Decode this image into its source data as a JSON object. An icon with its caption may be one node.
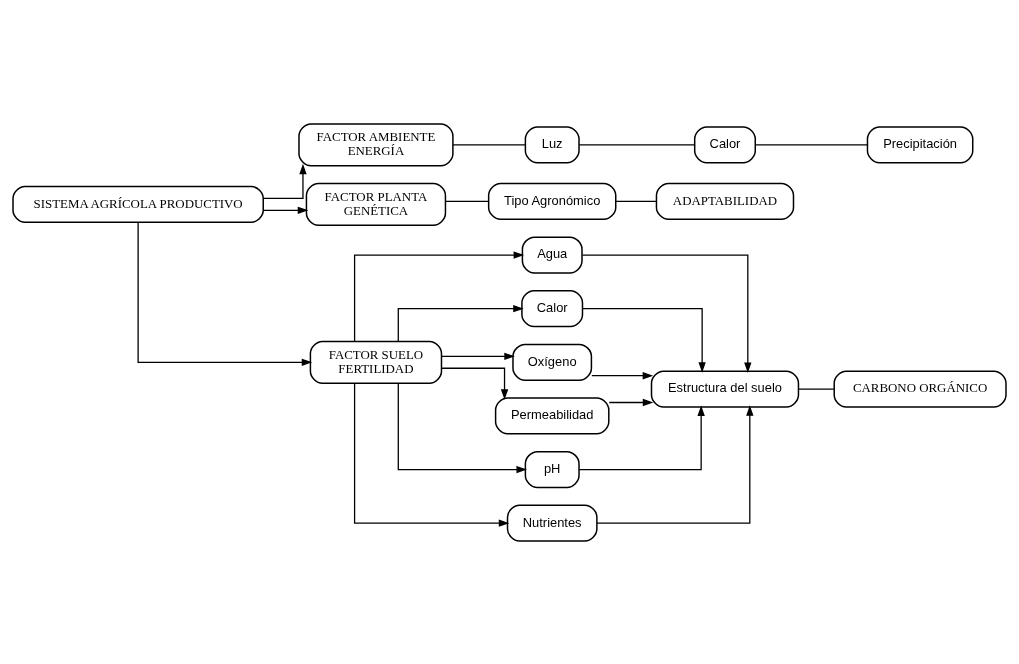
{
  "diagram": {
    "nodes": [
      {
        "text": [
          "FACTOR AMBIENTE",
          "ENERGÍA"
        ]
      },
      {
        "text": [
          "Luz"
        ]
      },
      {
        "text": [
          "Calor"
        ]
      },
      {
        "text": [
          "Precipitación"
        ]
      },
      {
        "text": [
          "SISTEMA AGRÍCOLA PRODUCTIVO"
        ]
      },
      {
        "text": [
          "FACTOR PLANTA",
          "GENÉTICA"
        ]
      },
      {
        "text": [
          "Tipo Agronómico"
        ]
      },
      {
        "text": [
          "ADAPTABILIDAD"
        ]
      },
      {
        "text": [
          "FACTOR SUELO",
          "FERTILIDAD"
        ]
      },
      {
        "text": [
          "Agua"
        ]
      },
      {
        "text": [
          "Calor"
        ]
      },
      {
        "text": [
          "Oxígeno"
        ]
      },
      {
        "text": [
          "Permeabilidad"
        ]
      },
      {
        "text": [
          "pH"
        ]
      },
      {
        "text": [
          "Nutrientes"
        ]
      },
      {
        "text": [
          "Estructura del suelo"
        ]
      },
      {
        "text": [
          "CARBONO ORGÁNICO"
        ]
      }
    ],
    "edges": [
      {
        "from": 4,
        "to": 0,
        "arrow": "to"
      },
      {
        "from": 0,
        "to": 1,
        "arrow": "none"
      },
      {
        "from": 1,
        "to": 2,
        "arrow": "none"
      },
      {
        "from": 2,
        "to": 3,
        "arrow": "none"
      },
      {
        "from": 4,
        "to": 5,
        "arrow": "to"
      },
      {
        "from": 5,
        "to": 6,
        "arrow": "none"
      },
      {
        "from": 6,
        "to": 7,
        "arrow": "none"
      },
      {
        "from": 4,
        "to": 8,
        "arrow": "to"
      },
      {
        "from": 8,
        "to": 9,
        "arrow": "to"
      },
      {
        "from": 8,
        "to": 10,
        "arrow": "to"
      },
      {
        "from": 8,
        "to": 11,
        "arrow": "to"
      },
      {
        "from": 8,
        "to": 12,
        "arrow": "to"
      },
      {
        "from": 8,
        "to": 13,
        "arrow": "to"
      },
      {
        "from": 8,
        "to": 14,
        "arrow": "to"
      },
      {
        "from": 9,
        "to": 15,
        "arrow": "to"
      },
      {
        "from": 10,
        "to": 15,
        "arrow": "to"
      },
      {
        "from": 11,
        "to": 15,
        "arrow": "to"
      },
      {
        "from": 12,
        "to": 15,
        "arrow": "to"
      },
      {
        "from": 13,
        "to": 15,
        "arrow": "to"
      },
      {
        "from": 14,
        "to": 15,
        "arrow": "to"
      },
      {
        "from": 15,
        "to": 16,
        "arrow": "none"
      }
    ]
  }
}
